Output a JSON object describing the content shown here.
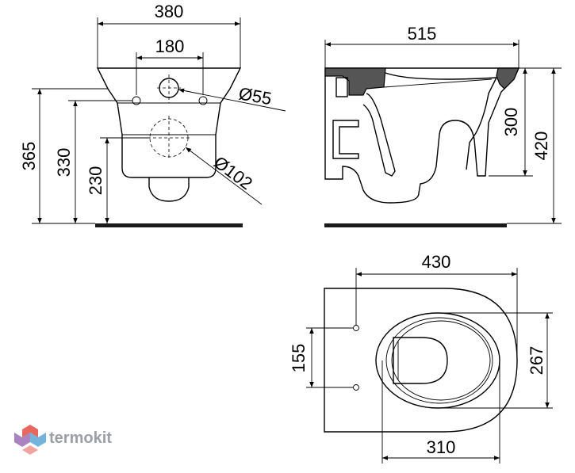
{
  "front_view": {
    "width_top": "380",
    "width_holes": "180",
    "height_overall": "365",
    "height_upper_holes": "330",
    "height_lower_opening": "230",
    "diameter_small": "Ø55",
    "diameter_large": "Ø102"
  },
  "side_view": {
    "length": "515",
    "height_bowl": "300",
    "height_overall": "420"
  },
  "top_view": {
    "length": "430",
    "hole_spacing": "155",
    "bowl_width": "267",
    "bowl_length": "310"
  },
  "brand": {
    "name": "termokit",
    "colors": [
      "#e8675e",
      "#9b6fb5",
      "#5aa7d6"
    ]
  }
}
